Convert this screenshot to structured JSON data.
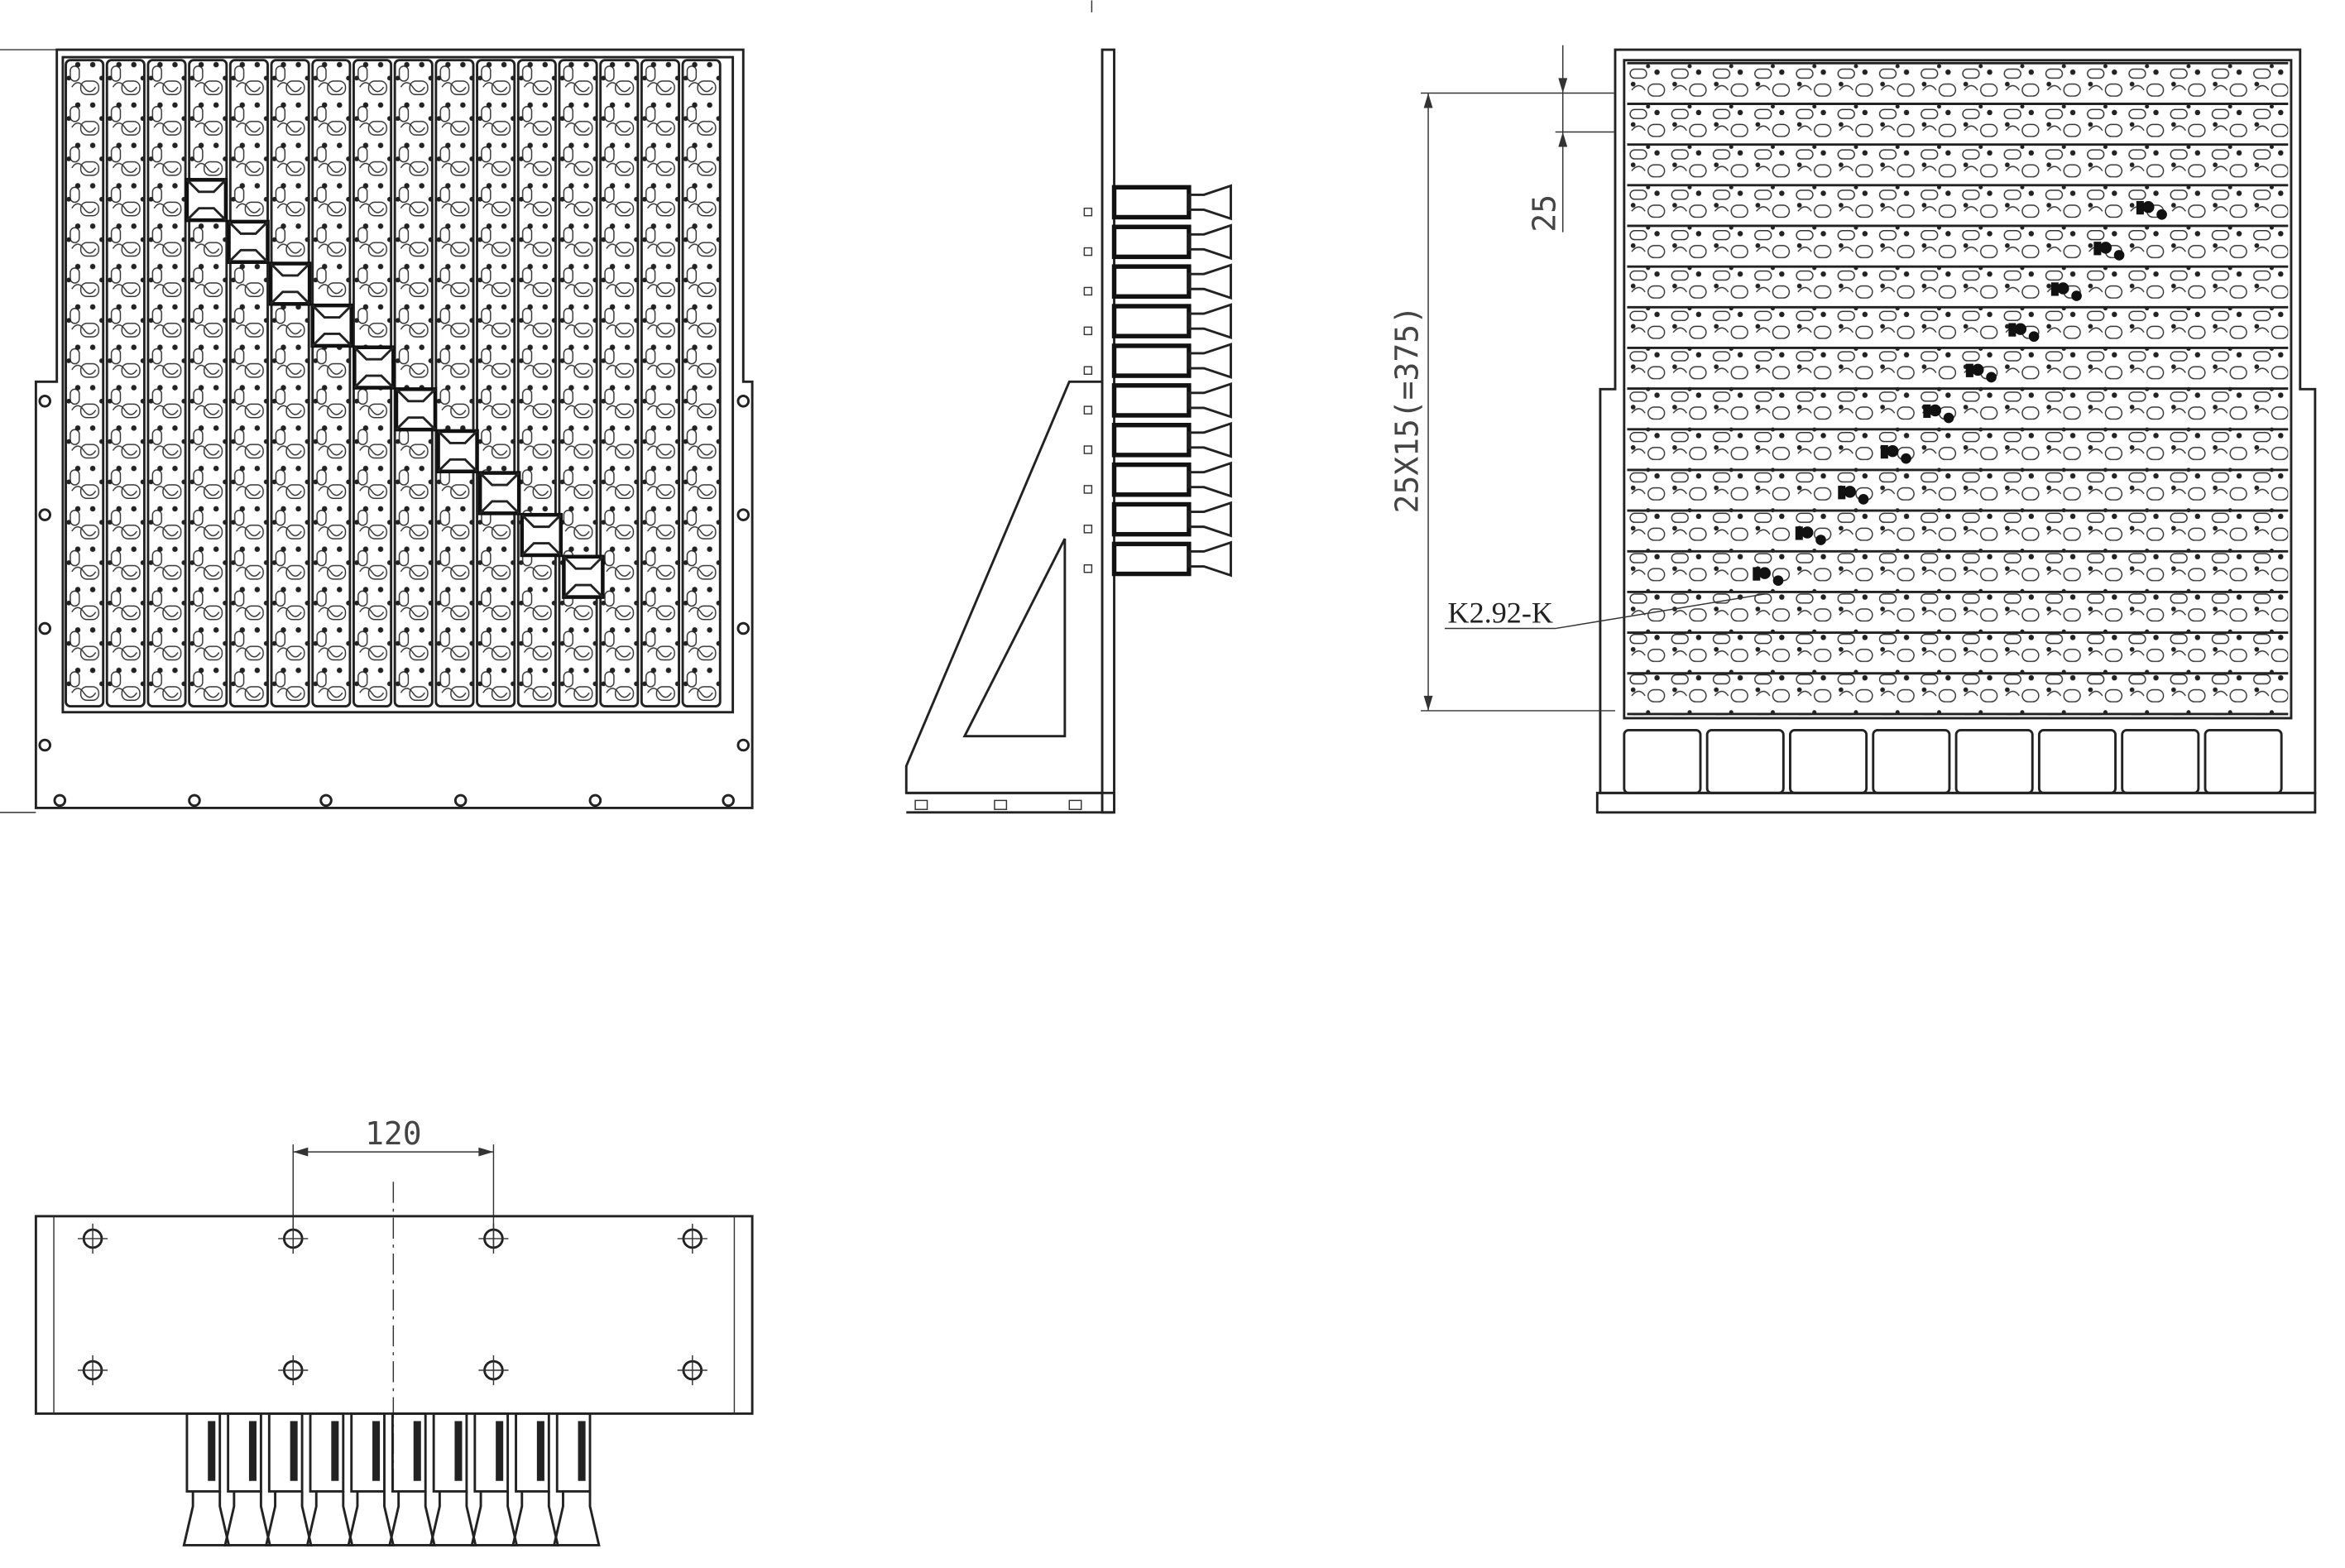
{
  "drawing": {
    "dimensions": {
      "bottom_spacing": "120",
      "row_pitch": "25",
      "total_height": "25X15(=375)"
    },
    "callouts": {
      "part_label": "K2.92-K"
    },
    "line_color": "#222222",
    "highlight_color": "#111111"
  }
}
